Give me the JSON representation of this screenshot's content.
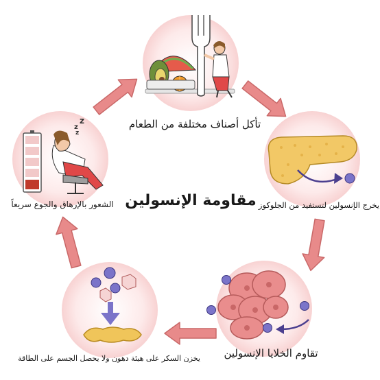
{
  "title": "مقاومة الإنسولين",
  "steps": [
    {
      "text": "تأكل أصناف مختلفة من الطعام"
    },
    {
      "text": "يخرج الإنسولين لتستفيد من الجلوكوز"
    },
    {
      "text": "تقاوم الخلايا الإنسولين"
    },
    {
      "text": "يخزن السكر على هيئة دهون ولا يحصل الجسم على الطاقة"
    },
    {
      "text": "الشعور بالإرهاق والجوع سريعاً"
    }
  ],
  "icons": [
    "fork-icon",
    "fruit-bowl-icon",
    "person-eating-icon",
    "pancreas-icon",
    "glucose-molecule-icon",
    "cell-cluster-icon",
    "sugar-cube-icon",
    "fat-deposit-icon",
    "sleeping-person-icon",
    "low-battery-icon"
  ],
  "colors": {
    "circle_fill": "#fde4e4",
    "arrow": "#e07b7b",
    "arrow_stroke": "#c96868",
    "pancreas": "#f2c866",
    "glucose": "#7b74c9",
    "cells": "#e98d8d",
    "fat": "#f0c55a",
    "battery": "#c0392b"
  }
}
